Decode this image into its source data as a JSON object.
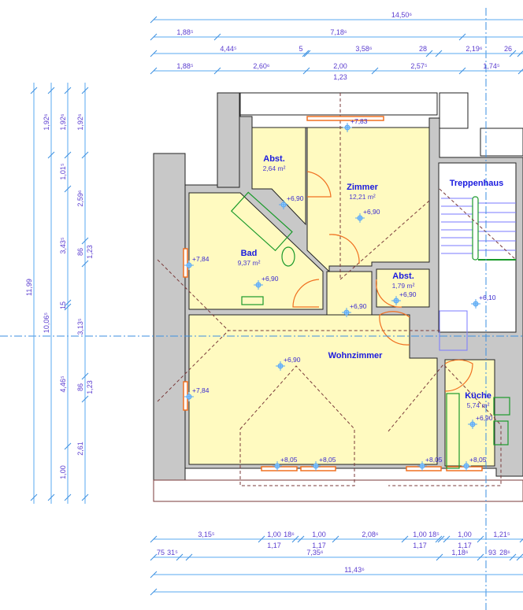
{
  "plan": {
    "rooms": [
      {
        "name": "Abst.",
        "area": "2,64 m²"
      },
      {
        "name": "Zimmer",
        "area": "12,21 m²"
      },
      {
        "name": "Treppenhaus",
        "area": ""
      },
      {
        "name": "Bad",
        "area": "9,37 m²"
      },
      {
        "name": "Abst.",
        "area": "1,79 m²"
      },
      {
        "name": "Wohnzimmer",
        "area": ""
      },
      {
        "name": "Küche",
        "area": "5,74 m²"
      }
    ],
    "levels": [
      "+7,83",
      "+6,90",
      "+6,90",
      "+6,90",
      "+6,90",
      "+6,90",
      "+6,10",
      "+7,84",
      "+6,90",
      "+7,84",
      "+6,90",
      "+8,05",
      "+8,05",
      "+8,05",
      "+8,05"
    ]
  },
  "dimensions": {
    "top": [
      [
        "14,50⁶"
      ],
      [
        "1,88⁵",
        "7,18⁶"
      ],
      [
        "4,44⁵",
        "5",
        "3,58⁶",
        "28",
        "2,19⁶",
        "26"
      ],
      [
        "1,88⁵",
        "2,60⁶",
        "2,00",
        "1,23",
        "2,57⁵",
        "1,74⁵"
      ]
    ],
    "left": [
      [
        "11,99"
      ],
      [
        "1,92⁶",
        "10,06⁵"
      ],
      [
        "1,92⁶",
        "1,01⁵",
        "3,43⁵",
        "15",
        "4,46⁵",
        "1,00"
      ],
      [
        "1,92⁶",
        "2,59⁶",
        "86",
        "1,23",
        "3,13⁵",
        "86",
        "1,23",
        "2,61"
      ]
    ],
    "bottom": [
      [
        "3,15⁵",
        "1,00",
        "1,17",
        "18⁶",
        "1,00",
        "1,17",
        "2,08⁶",
        "1,00",
        "1,17",
        "18⁵",
        "1,00",
        "1,17",
        "1,21⁵"
      ],
      [
        "75",
        "31⁵",
        "7,35⁶",
        "1,18⁶",
        "93",
        "28⁶"
      ],
      [
        "11,43⁶"
      ],
      []
    ]
  },
  "colors": {
    "room_fill": "#fffac0",
    "wall": "#c8c8c8",
    "dimension": "#5aa8f0",
    "text": "#1a1adf",
    "door": "#f07020",
    "fixture": "#1a9a2a"
  }
}
